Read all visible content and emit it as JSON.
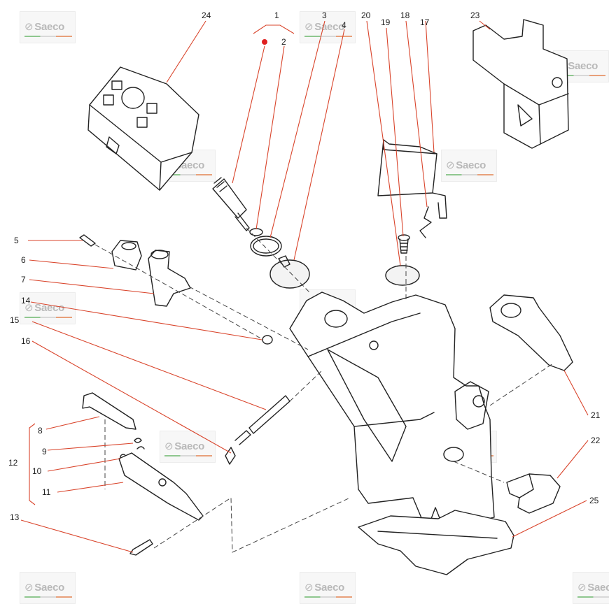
{
  "watermark": {
    "brand_text": "Saeco",
    "accent_colors": [
      "#8fc78f",
      "#d8d8d8",
      "#e8a07a"
    ]
  },
  "leader_color": "#d9442b",
  "highlight_dot_color": "#e02020",
  "callouts": [
    {
      "label": "1"
    },
    {
      "label": "2"
    },
    {
      "label": "3"
    },
    {
      "label": "4"
    },
    {
      "label": "5"
    },
    {
      "label": "6"
    },
    {
      "label": "7"
    },
    {
      "label": "8"
    },
    {
      "label": "9"
    },
    {
      "label": "10"
    },
    {
      "label": "11"
    },
    {
      "label": "12"
    },
    {
      "label": "13"
    },
    {
      "label": "14"
    },
    {
      "label": "15"
    },
    {
      "label": "16"
    },
    {
      "label": "17"
    },
    {
      "label": "18"
    },
    {
      "label": "19"
    },
    {
      "label": "20"
    },
    {
      "label": "21"
    },
    {
      "label": "22"
    },
    {
      "label": "23"
    },
    {
      "label": "24"
    },
    {
      "label": "25"
    }
  ]
}
